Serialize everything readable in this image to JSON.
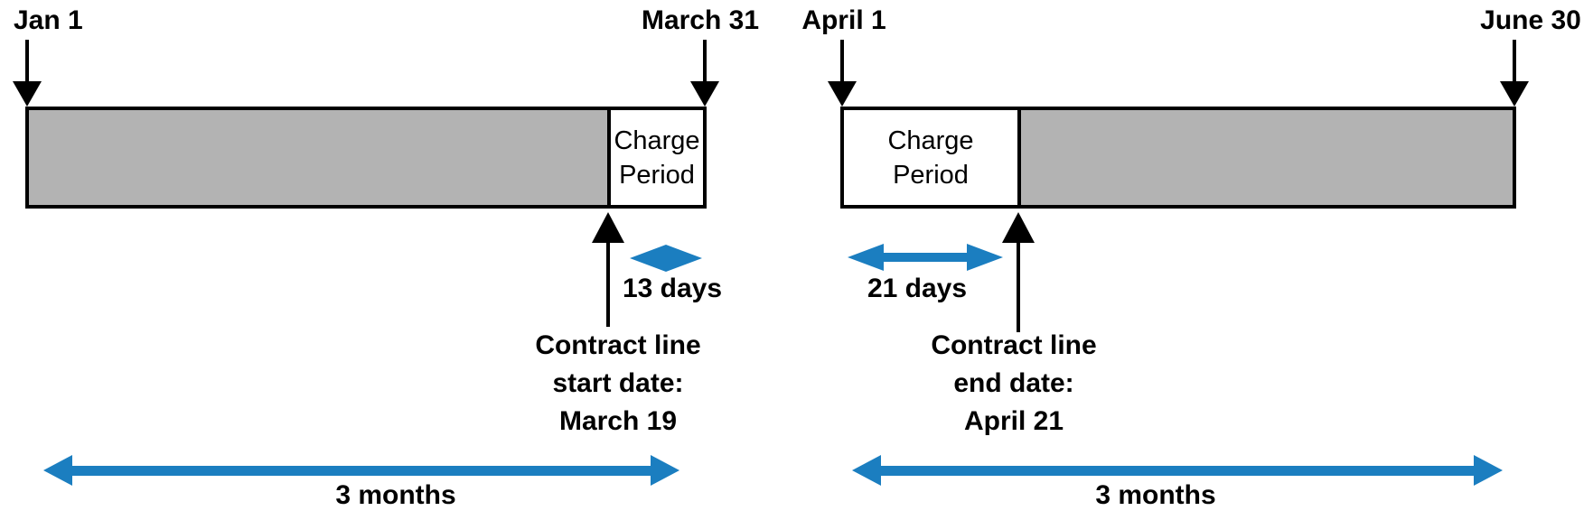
{
  "colors": {
    "bar_fill_gray": "#b3b3b3",
    "arrow_blue": "#1b7ec0"
  },
  "left": {
    "start_label": "Jan 1",
    "end_label": "March 31",
    "charge_period_label": "Charge\nPeriod",
    "duration_label": "13 days",
    "annotation": "Contract line\nstart date:\nMarch 19",
    "total_duration_label": "3 months"
  },
  "right": {
    "start_label": "April 1",
    "end_label": "June 30",
    "charge_period_label": "Charge\nPeriod",
    "duration_label": "21 days",
    "annotation": "Contract line\nend date:\nApril 21",
    "total_duration_label": "3 months"
  }
}
